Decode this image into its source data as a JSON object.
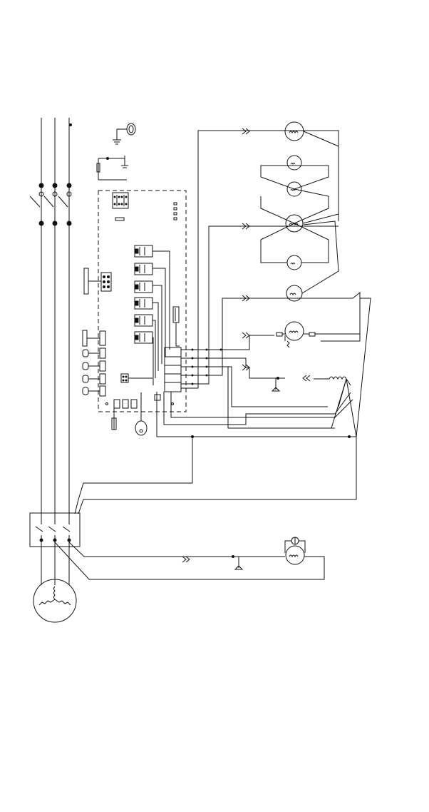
{
  "diagram": {
    "type": "electrical-wiring-schematic",
    "colors": {
      "line": "#111111",
      "background": "#ffffff"
    },
    "elements": [
      {
        "kind": "supply-lines",
        "count": 3
      },
      {
        "kind": "disconnect-switch",
        "poles": 3
      },
      {
        "kind": "ground-symbol"
      },
      {
        "kind": "control-panel-dashed-enclosure"
      },
      {
        "kind": "relay-contacts",
        "count": 6
      },
      {
        "kind": "terminal-blocks",
        "count": 6
      },
      {
        "kind": "terminal-strip"
      },
      {
        "kind": "motor-circles-upper",
        "count": 6
      },
      {
        "kind": "heater-coil"
      },
      {
        "kind": "pressure-switch",
        "count": 2
      },
      {
        "kind": "motor-starter-box"
      },
      {
        "kind": "three-phase-motor"
      },
      {
        "kind": "fan-motor"
      }
    ]
  }
}
